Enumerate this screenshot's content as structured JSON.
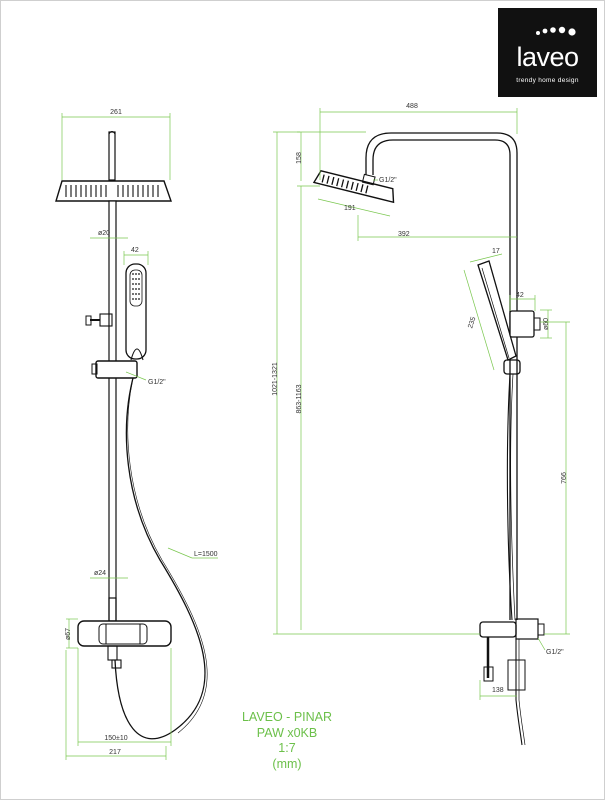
{
  "brand": {
    "name": "laveo",
    "tagline": "trendy home design"
  },
  "title_block": {
    "product": "LAVEO - PINAR",
    "code": "PAW x0KB",
    "scale": "1:7",
    "unit": "(mm)"
  },
  "dimensions": {
    "front_width_head": "261",
    "front_pipe_dia": "ø20",
    "front_handset_w": "42",
    "front_thread": "G1/2\"",
    "hose_length": "L=1500",
    "front_lower_dia": "ø24",
    "mixer_dia": "ø67",
    "spacing": "150±10",
    "total_width": "217",
    "side_total_width": "488",
    "side_head_drop": "158",
    "side_head_thread": "G1/2\"",
    "side_head_dia": "191",
    "side_arm": "392",
    "handset_top": "17",
    "handset_len": "235",
    "holder_depth": "42",
    "holder_dia": "ø60",
    "total_height": "1021-1321",
    "adj_height": "863-1163",
    "rail_height": "766",
    "side_inlet_thread": "G1/2\"",
    "side_inlet_width": "138"
  },
  "colors": {
    "dimension": "#7ac74f",
    "drawing": "#111111",
    "logo_bg": "#111111"
  }
}
